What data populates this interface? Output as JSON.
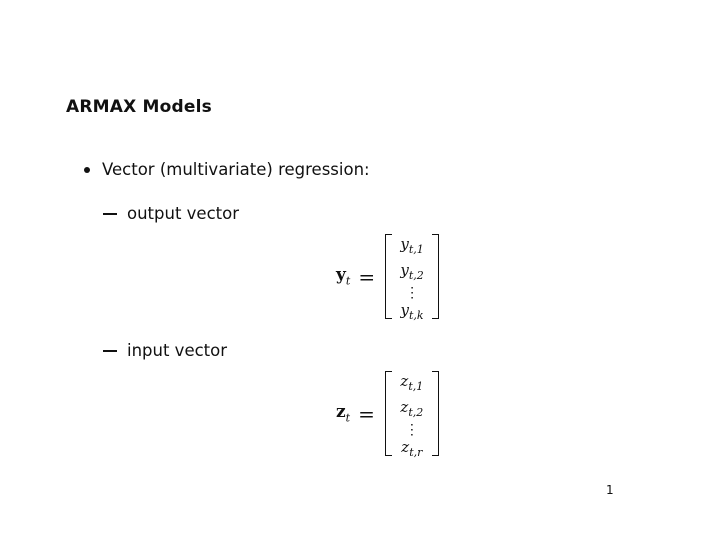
{
  "slide": {
    "title": "ARMAX Models",
    "bullet": "Vector (multivariate) regression:",
    "items": [
      {
        "label": "output vector",
        "lhs_var": "y",
        "lhs_sub": "t",
        "entries": [
          {
            "var": "y",
            "sub": "t,1"
          },
          {
            "var": "y",
            "sub": "t,2"
          },
          {
            "var": "⋮",
            "sub": ""
          },
          {
            "var": "y",
            "sub": "t,k"
          }
        ]
      },
      {
        "label": "input vector",
        "lhs_var": "z",
        "lhs_sub": "t",
        "entries": [
          {
            "var": "z",
            "sub": "t,1"
          },
          {
            "var": "z",
            "sub": "t,2"
          },
          {
            "var": "⋮",
            "sub": ""
          },
          {
            "var": "z",
            "sub": "t,r"
          }
        ]
      }
    ],
    "equals": "=",
    "page_number": "1"
  }
}
